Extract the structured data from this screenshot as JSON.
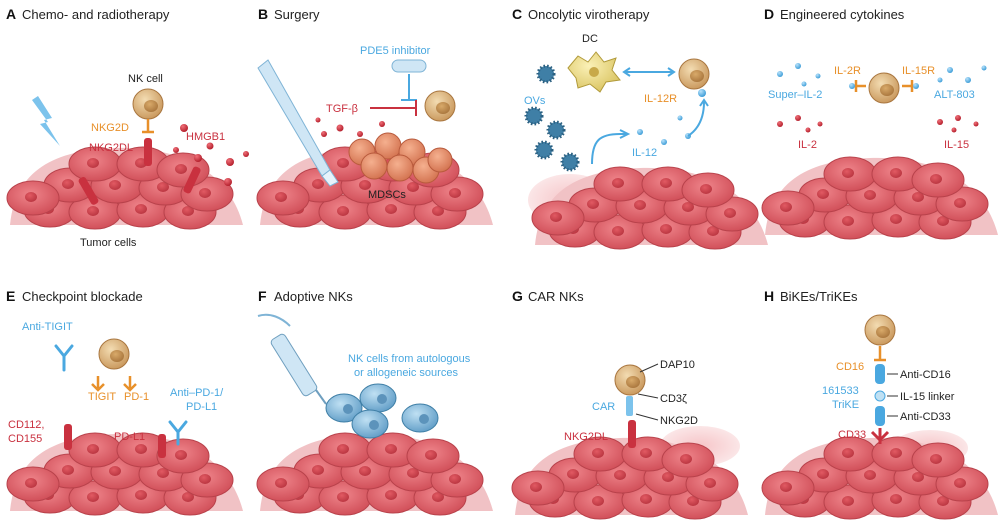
{
  "colors": {
    "tumor": "#e06068",
    "tumor_dark": "#b8424b",
    "nk_cell": "#d4a86a",
    "receptor_orange": "#e8902a",
    "red_ligand": "#c9313f",
    "blue_agent": "#4aa8e0",
    "mdsc": "#e58a6a",
    "ov_virus": "#3f7fa6"
  },
  "panels": {
    "A": {
      "letter": "A",
      "title": "Chemo- and radiotherapy",
      "nk_cell": "NK cell",
      "nkg2d": "NKG2D",
      "nkg2dl": "NKG2DL",
      "hmgb1": "HMGB1",
      "tumor_cells": "Tumor cells"
    },
    "B": {
      "letter": "B",
      "title": "Surgery",
      "pde5": "PDE5 inhibitor",
      "tgfb": "TGF-β",
      "mdscs": "MDSCs"
    },
    "C": {
      "letter": "C",
      "title": "Oncolytic virotherapy",
      "dc": "DC",
      "ovs": "OVs",
      "il12r": "IL-12R",
      "il12": "IL-12"
    },
    "D": {
      "letter": "D",
      "title": "Engineered cytokines",
      "il2r": "IL-2R",
      "il15r": "IL-15R",
      "super_il2": "Super–IL-2",
      "alt803": "ALT-803",
      "il2": "IL-2",
      "il15": "IL-15"
    },
    "E": {
      "letter": "E",
      "title": "Checkpoint blockade",
      "anti_tigit": "Anti-TIGIT",
      "tigit": "TIGIT",
      "pd1": "PD-1",
      "anti_pd1": "Anti–PD-1/",
      "anti_pdl1": "PD-L1",
      "cd112": "CD112,",
      "cd155": "CD155",
      "pdl1": "PD-L1"
    },
    "F": {
      "letter": "F",
      "title": "Adoptive NKs",
      "caption_1": "NK cells from autologous",
      "caption_2": "or allogeneic sources"
    },
    "G": {
      "letter": "G",
      "title": "CAR NKs",
      "dap10": "DAP10",
      "car": "CAR",
      "cd3z": "CD3ζ",
      "nkg2d": "NKG2D",
      "nkg2dl": "NKG2DL"
    },
    "H": {
      "letter": "H",
      "title": "BiKEs/TriKEs",
      "cd16": "CD16",
      "anti_cd16": "Anti-CD16",
      "trike_1": "161533",
      "trike_2": "TriKE",
      "linker": "IL-15 linker",
      "anti_cd33": "Anti-CD33",
      "cd33": "CD33"
    }
  }
}
